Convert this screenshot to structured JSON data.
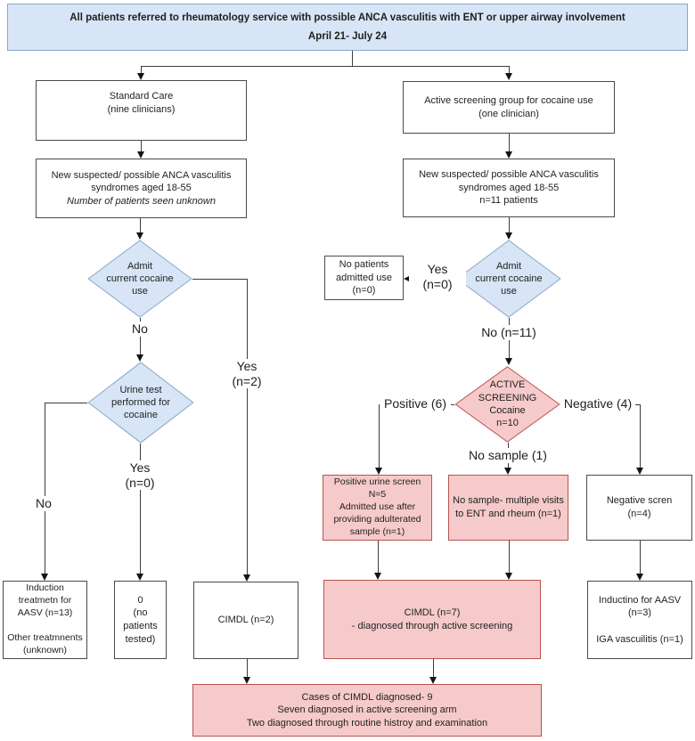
{
  "palette": {
    "blue_fill": "#d7e5f6",
    "blue_stroke": "#8ba7c7",
    "pink_fill": "#f6caca",
    "pink_stroke": "#b85450",
    "box_stroke": "#4a4a4a",
    "line_color": "#3c3c3c",
    "text_color": "#1f1f1f"
  },
  "header": {
    "line1": "All patients referred to rheumatology service with possible ANCA vasculitis with ENT or upper airway involvement",
    "line2": "April 21- July 24"
  },
  "nodes": {
    "standard_care": "Standard Care\n(nine clinicians)",
    "new_suspected_left": "New suspected/ possible ANCA vasculitis\nsyndromes aged 18-55",
    "new_suspected_left_note": "Number of patients seen unknown",
    "admit_left": "Admit\ncurrent cocaine\nuse",
    "urine_test": "Urine test\nperformed for\ncocaine",
    "induction_left": "Induction\ntreatmetn for\nAASV (n=13)\n\nOther treatmnents\n(unknown)",
    "zero_tested": "0\n(no\npatients\ntested)",
    "cimdl_2": "CIMDL (n=2)",
    "active_screening_group": "Active screening  group for cocaine use\n(one clinician)",
    "new_suspected_right": "New suspected/ possible ANCA vasculitis\nsyndromes aged 18-55\nn=11 patients",
    "no_patients_admitted": "No patients\nadmitted use\n(n=0)",
    "admit_right": "Admit\ncurrent cocaine\nuse",
    "active_screening_diamond": "ACTIVE\nSCREENING\nCocaine\nn=10",
    "positive_urine": "Positive urine screen\nN=5\nAdmitted use after\nproviding adulterated\nsample (n=1)",
    "no_sample_box": "No sample- multiple visits\nto ENT and rheum (n=1)",
    "negative_screen": "Negative scren\n(n=4)",
    "cimdl_7": "CIMDL (n=7)\n- diagnosed through active screening",
    "induction_right": "Inductino for AASV\n(n=3)\n\nIGA vascuilitis (n=1)",
    "cases_summary": "Cases of CIMDL diagnosed- 9\nSeven diagnosed in active screening arm\nTwo diagnosed through routine histroy and examination"
  },
  "edge_labels": {
    "no_left1": "No",
    "yes_n2": "Yes\n(n=2)",
    "no_left2": "No",
    "yes_n0_left": "Yes\n(n=0)",
    "yes_n0_right": "Yes\n(n=0)",
    "no_n11": "No (n=11)",
    "positive_6": "Positive (6)",
    "negative_4": "Negative (4)",
    "no_sample_1": "No sample (1)"
  }
}
